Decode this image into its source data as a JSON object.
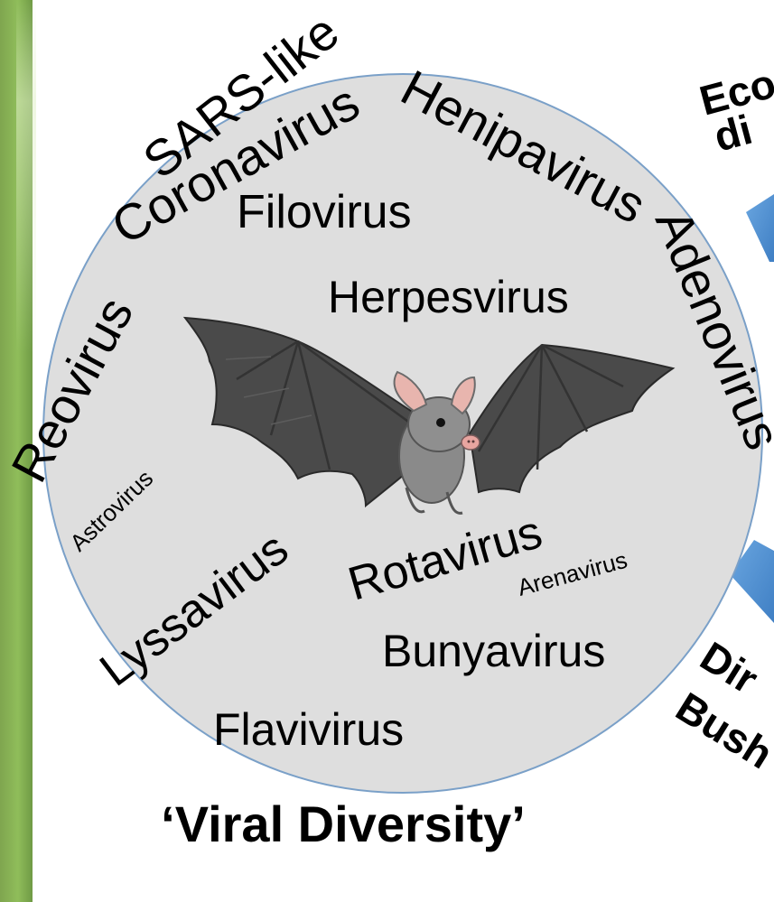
{
  "title": "‘Viral Diversity’",
  "viruses": {
    "sars_like": "SARS-like",
    "coronavirus": "Coronavirus",
    "henipavirus": "Henipavirus",
    "adenovirus": "Adenovirus",
    "filovirus": "Filovirus",
    "herpesvirus": "Herpesvirus",
    "reovirus": "Reovirus",
    "astrovirus": "Astrovirus",
    "rotavirus": "Rotavirus",
    "arenavirus": "Arenavirus",
    "lyssavirus": "Lyssavirus",
    "bunyavirus": "Bunyavirus",
    "flavivirus": "Flavivirus"
  },
  "right_labels": {
    "top_line1": "Eco",
    "top_line2": "di",
    "bottom_line1": "Dir",
    "bottom_line2": "Bush"
  },
  "colors": {
    "circle_fill": "#dedede",
    "circle_stroke": "#7aa0c8",
    "arrow": "#5b9bd5",
    "side_bar": "#8fbd5a"
  },
  "icons": {
    "bat": "bat-icon"
  }
}
